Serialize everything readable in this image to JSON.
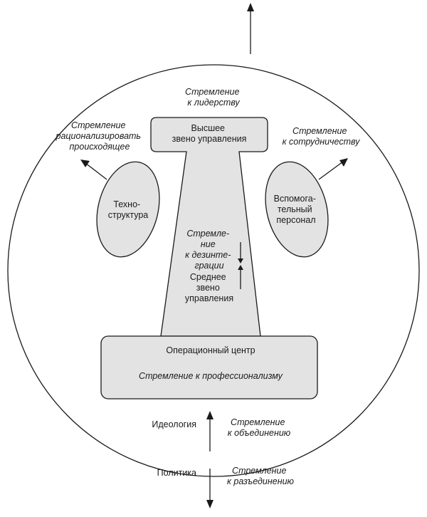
{
  "top_apex": {
    "top_management": [
      "Высшее",
      "звено управления"
    ],
    "drive": [
      "Стремление",
      "к лидерству"
    ]
  },
  "technostructure": {
    "label": [
      "Техно-",
      "структура"
    ],
    "drive": [
      "Стремление",
      "рационализировать",
      "происходящее"
    ]
  },
  "support_staff": {
    "label": [
      "Вспомога-",
      "тельный",
      "персонал"
    ],
    "drive": [
      "Стремление",
      "к сотрудничеству"
    ]
  },
  "middle_line": {
    "drive": [
      "Стремле-",
      "ние",
      "к дезинте-",
      "грации"
    ],
    "label": [
      "Среднее",
      "звено",
      "управления"
    ]
  },
  "operating_core": {
    "label": "Операционный центр",
    "drive": "Стремление к профессионализму"
  },
  "ideology": {
    "label": "Идеология",
    "drive": [
      "Стремление",
      "к объединению"
    ]
  },
  "politics": {
    "label": "Политика",
    "drive": [
      "Стремление",
      "к разъединению"
    ]
  },
  "colors": {
    "shape_fill": "#e3e3e3",
    "stroke": "#1a1a1a"
  }
}
